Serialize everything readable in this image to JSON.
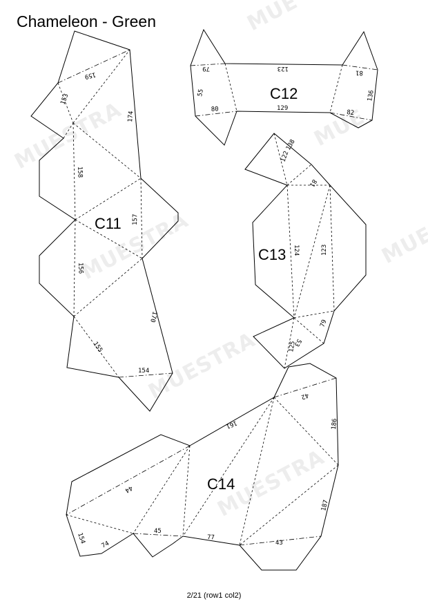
{
  "document": {
    "title": "Chameleon - Green",
    "footer": "2/21 (row1 col2)",
    "watermark": "MUESTRA",
    "watermark_fragments": [
      "MUE",
      "MUE",
      "MUE"
    ]
  },
  "pieces": {
    "c11": {
      "label": "C11",
      "edges": [
        "159",
        "153",
        "174",
        "158",
        "157",
        "156",
        "170",
        "155",
        "154"
      ]
    },
    "c12": {
      "label": "C12",
      "edges": [
        "79",
        "123",
        "81",
        "55",
        "80",
        "129",
        "82",
        "136"
      ]
    },
    "c13": {
      "label": "C13",
      "edges": [
        "138",
        "122",
        "81",
        "124",
        "123",
        "79",
        "125",
        "53"
      ]
    },
    "c14": {
      "label": "C14",
      "edges": [
        "42",
        "161",
        "186",
        "44",
        "187",
        "154",
        "74",
        "45",
        "77",
        "43"
      ]
    }
  }
}
